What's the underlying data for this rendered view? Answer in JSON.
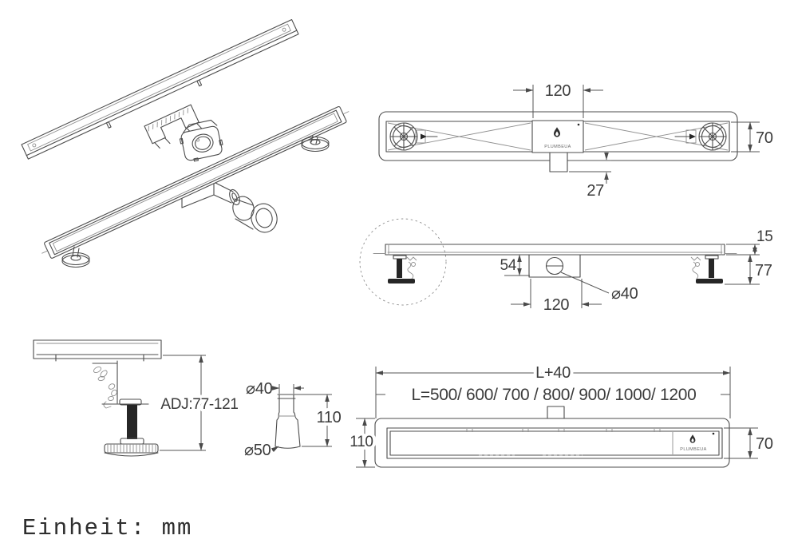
{
  "drawing": {
    "footer_units_label": "Einheit: mm",
    "brand": {
      "logo_icon": "water-drop-icon",
      "logo_text": "PLUMBEUA"
    },
    "top_view": {
      "dim_center_box_width": "120",
      "dim_body_width": "70",
      "dim_outlet_offset": "27"
    },
    "side_view": {
      "dim_flange_height": "15",
      "dim_trap_depth": "54",
      "dim_under_clearance": "77",
      "dim_trap_width": "120",
      "dim_outlet_diameter": "⌀40"
    },
    "foot_detail_view": {
      "dim_adjustable_height": "ADJ:77-121"
    },
    "adapter_view": {
      "dim_top_diameter": "⌀40",
      "dim_height": "110",
      "dim_bottom_diameter": "⌀50"
    },
    "front_view": {
      "dim_total_length": "L+40",
      "dim_length_options": "L=500/ 600/ 700 / 800/ 900/ 1000/ 1200",
      "dim_body_height": "110",
      "dim_grate_height": "70"
    }
  }
}
